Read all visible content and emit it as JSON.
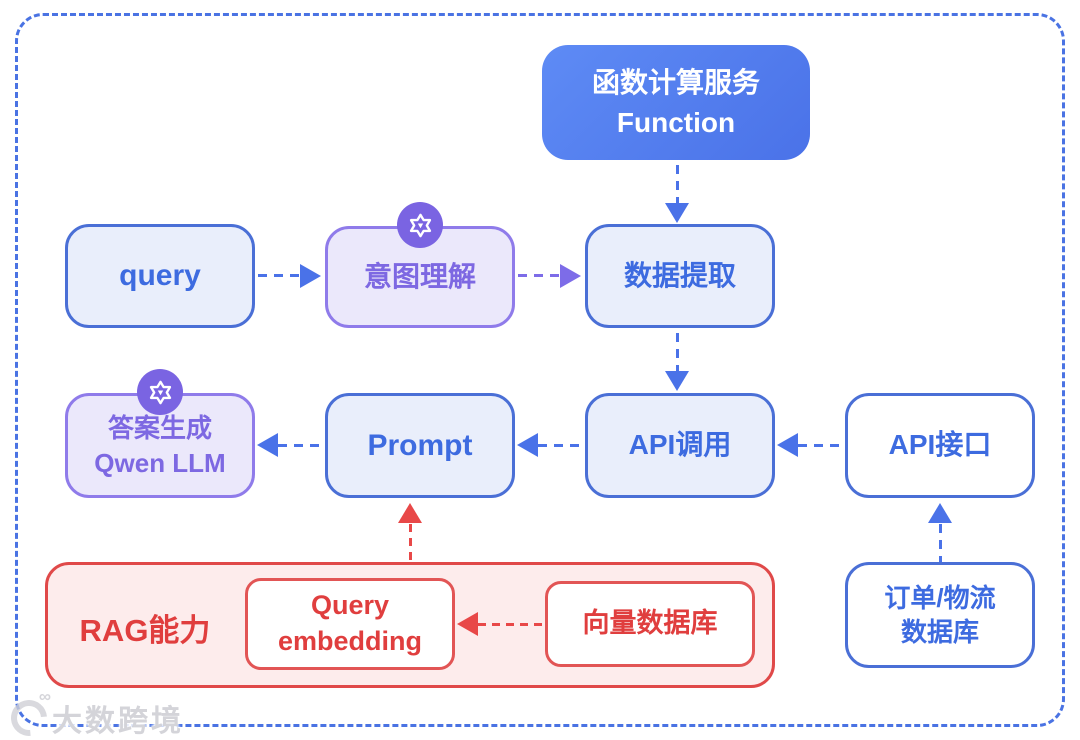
{
  "function_service": {
    "line1": "函数计算服务",
    "line2": "Function"
  },
  "row1": {
    "query": "query",
    "intent": "意图理解",
    "extract": "数据提取"
  },
  "row2": {
    "answer_line1": "答案生成",
    "answer_line2": "Qwen LLM",
    "prompt": "Prompt",
    "api_call": "API调用",
    "api_interface": "API接口"
  },
  "rag": {
    "label": "RAG能力",
    "embedding_line1": "Query",
    "embedding_line2": "embedding",
    "vector_db": "向量数据库"
  },
  "order_db": {
    "line1": "订单/物流",
    "line2": "数据库"
  },
  "watermark": {
    "text": "大数跨境",
    "infinity_glyph": "∞"
  },
  "icons": {
    "badge_icon": "qwen-logo-icon",
    "watermark_logo": "arc-infinity-logo-icon"
  },
  "colors": {
    "outer_border": "#4a73e3",
    "blue_border": "#4a6fd6",
    "blue_text": "#3d6be0",
    "blue_fill": "#e9eefb",
    "purple_border": "#8f7bea",
    "purple_text": "#7d68e2",
    "purple_fill": "#ebe8fb",
    "badge_purple": "#7a64e2",
    "purple_arrow": "#7d6ce8",
    "blue_arrow": "#4a72e8",
    "red_arrow": "#e84848",
    "red_border": "#e04949",
    "red_text": "#e03e3e",
    "red_fill": "#fdecec",
    "function_gradient_start": "#5e8bf5",
    "function_gradient_end": "#4a72e8"
  }
}
